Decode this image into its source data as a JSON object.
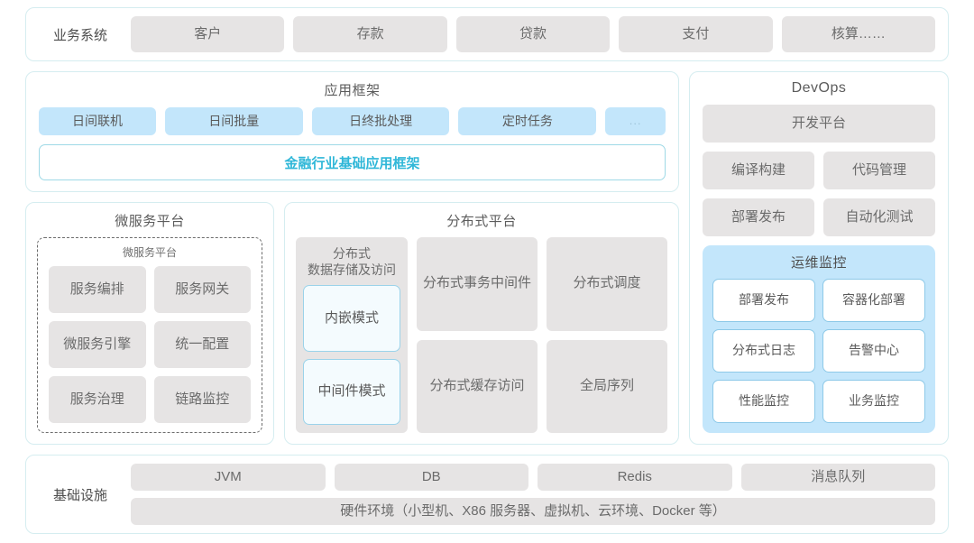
{
  "business_systems": {
    "label": "业务系统",
    "items": [
      "客户",
      "存款",
      "贷款",
      "支付",
      "核算……"
    ]
  },
  "app_framework": {
    "title": "应用框架",
    "items": [
      "日间联机",
      "日间批量",
      "日终批处理",
      "定时任务",
      "..."
    ],
    "base_platform": "金融行业基础应用框架",
    "base_color": "#2fb7d8"
  },
  "microservice_platform": {
    "title": "微服务平台",
    "inner_title": "微服务平台",
    "items": [
      "服务编排",
      "服务网关",
      "微服务引擎",
      "统一配置",
      "服务治理",
      "链路监控"
    ]
  },
  "distributed_platform": {
    "title": "分布式平台",
    "storage": {
      "title_line1": "分布式",
      "title_line2": "数据存储及访问",
      "modes": [
        "内嵌模式",
        "中间件模式"
      ]
    },
    "cells": [
      {
        "line1": "分布式",
        "line2": "事务中间件"
      },
      {
        "line1": "分布式调度",
        "line2": ""
      },
      {
        "line1": "分布式",
        "line2": "缓存访问"
      },
      {
        "line1": "全局序列",
        "line2": ""
      }
    ]
  },
  "devops": {
    "title": "DevOps",
    "platform": "开发平台",
    "items": [
      "编译构建",
      "代码管理",
      "部署发布",
      "自动化测试"
    ],
    "ops_monitoring": {
      "title": "运维监控",
      "items": [
        "部署发布",
        "容器化部署",
        "分布式日志",
        "告警中心",
        "性能监控",
        "业务监控"
      ],
      "bg_color": "#c3e6fb"
    }
  },
  "infrastructure": {
    "label": "基础设施",
    "items": [
      "JVM",
      "DB",
      "Redis",
      "消息队列"
    ],
    "hardware": "硬件环境（小型机、X86 服务器、虚拟机、云环境、Docker 等）"
  },
  "theme": {
    "border": "#d5edf0",
    "gray_chip": "#e6e4e4",
    "blue_chip": "#c3e6fb"
  }
}
